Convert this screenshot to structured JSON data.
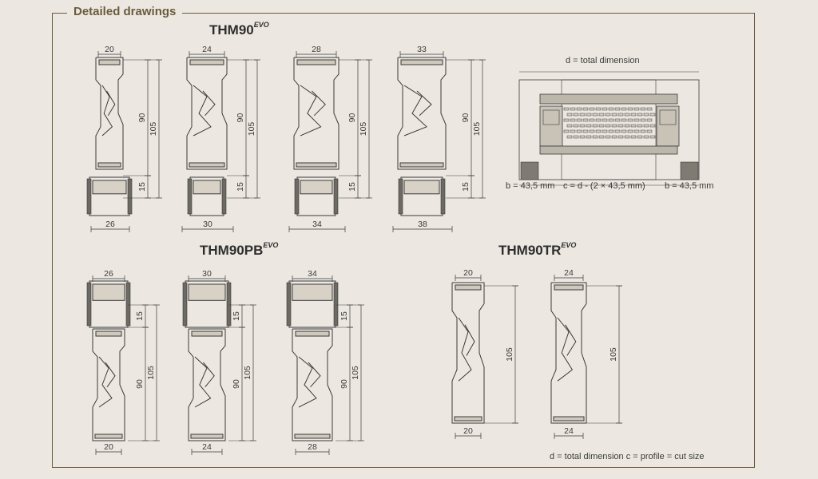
{
  "section_title": "Detailed drawings",
  "series": {
    "thm90": {
      "name": "THM90",
      "suffix": "EVO"
    },
    "thm90pb": {
      "name": "THM90PB",
      "suffix": "EVO"
    },
    "thm90tr": {
      "name": "THM90TR",
      "suffix": "EVO"
    }
  },
  "thm90_profiles": [
    {
      "top": "20",
      "bottom": "26",
      "h90": "90",
      "h15": "15",
      "h105": "105"
    },
    {
      "top": "24",
      "bottom": "30",
      "h90": "90",
      "h15": "15",
      "h105": "105"
    },
    {
      "top": "28",
      "bottom": "34",
      "h90": "90",
      "h15": "15",
      "h105": "105"
    },
    {
      "top": "33",
      "bottom": "38",
      "h90": "90",
      "h15": "15",
      "h105": "105"
    }
  ],
  "thm90pb_profiles": [
    {
      "top": "26",
      "bottom": "20",
      "h15": "15",
      "h90": "90",
      "h105": "105"
    },
    {
      "top": "30",
      "bottom": "24",
      "h15": "15",
      "h90": "90",
      "h105": "105"
    },
    {
      "top": "34",
      "bottom": "28",
      "h15": "15",
      "h90": "90",
      "h105": "105"
    }
  ],
  "thm90tr_profiles": [
    {
      "top": "20",
      "bottom": "20",
      "h105": "105"
    },
    {
      "top": "24",
      "bottom": "24",
      "h105": "105"
    }
  ],
  "window_diagram": {
    "total_label": "d = total dimension",
    "b_left": "b = 43,5 mm",
    "c_label": "c = d - (2 × 43,5 mm)",
    "b_right": "b = 43,5 mm"
  },
  "footer_note": "d = total dimension c = profile = cut size",
  "colors": {
    "accent": "#6b5a3c",
    "line": "#3a3a3a",
    "background": "#ece8e1"
  }
}
